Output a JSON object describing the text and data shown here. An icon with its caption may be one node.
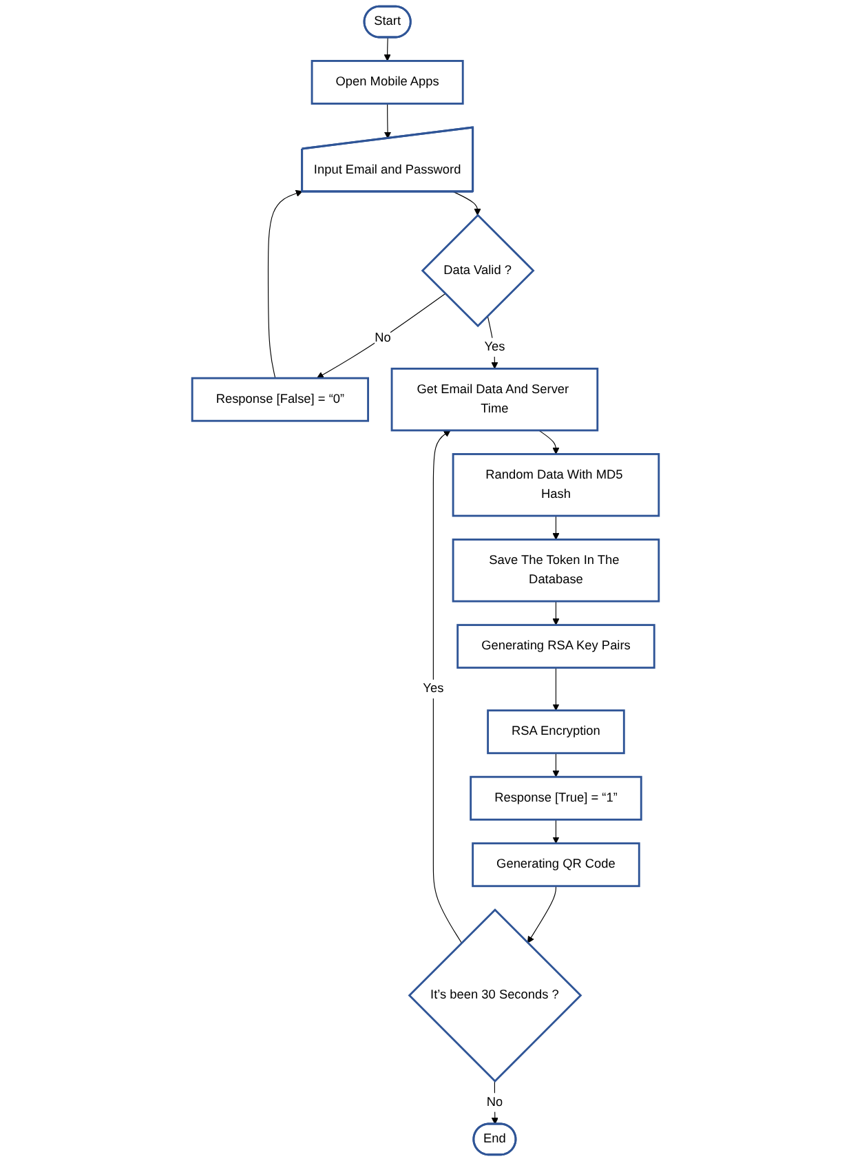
{
  "diagram": {
    "nodes": [
      {
        "text": [
          "Start"
        ]
      },
      {
        "text": [
          "Open Mobile Apps"
        ]
      },
      {
        "text": [
          "Input Email and Password"
        ]
      },
      {
        "text": [
          "Response [False] = “0”"
        ]
      },
      {
        "text": [
          "Data Valid ?"
        ]
      },
      {
        "text": [
          "Get Email Data And Server Time"
        ]
      },
      {
        "text": [
          "Random Data With MD5 Hash"
        ]
      },
      {
        "text": [
          "Save The Token In The Database"
        ]
      },
      {
        "text": [
          "Generating RSA Key Pairs"
        ]
      },
      {
        "text": [
          "RSA Encryption"
        ]
      },
      {
        "text": [
          "Response [True] = “1”"
        ]
      },
      {
        "text": [
          "Generating QR Code"
        ]
      },
      {
        "text": [
          "It’s been 30 Seconds ?"
        ]
      },
      {
        "text": [
          "End"
        ]
      }
    ],
    "edges": [
      {
        "from": 0,
        "to": 1,
        "arrow": "to"
      },
      {
        "from": 1,
        "to": 2,
        "arrow": "to"
      },
      {
        "from": 2,
        "to": 4,
        "arrow": "to"
      },
      {
        "from": 4,
        "to": 3,
        "arrow": "to",
        "label": "No"
      },
      {
        "from": 3,
        "to": 2,
        "arrow": "to"
      },
      {
        "from": 4,
        "to": 5,
        "arrow": "to",
        "label": "Yes"
      },
      {
        "from": 5,
        "to": 6,
        "arrow": "to"
      },
      {
        "from": 6,
        "to": 7,
        "arrow": "to"
      },
      {
        "from": 7,
        "to": 8,
        "arrow": "to"
      },
      {
        "from": 8,
        "to": 9,
        "arrow": "to"
      },
      {
        "from": 9,
        "to": 10,
        "arrow": "to"
      },
      {
        "from": 10,
        "to": 11,
        "arrow": "to"
      },
      {
        "from": 11,
        "to": 12,
        "arrow": "to"
      },
      {
        "from": 12,
        "to": 5,
        "arrow": "to",
        "label": "Yes"
      },
      {
        "from": 12,
        "to": 13,
        "arrow": "to",
        "label": "No"
      }
    ]
  }
}
